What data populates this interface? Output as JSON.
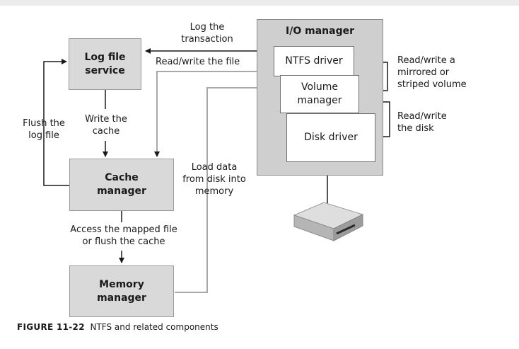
{
  "figure": {
    "label": "FIGURE 11-22",
    "title": "NTFS and related components"
  },
  "components": {
    "log_file_service": "Log file service",
    "cache_manager": "Cache manager",
    "memory_manager": "Memory manager",
    "io_manager": "I/O manager",
    "ntfs_driver": "NTFS driver",
    "volume_manager": "Volume manager",
    "disk_driver": "Disk driver"
  },
  "edge_labels": {
    "log_transaction": "Log the transaction",
    "read_write_file": "Read/write the file",
    "write_cache": "Write the cache",
    "flush_log": "Flush the log file",
    "access_mapped": "Access the mapped file or flush the cache",
    "load_data": "Load data from disk into memory",
    "rw_mirrored": "Read/write a mirrored or striped volume",
    "rw_disk": "Read/write the disk"
  },
  "colors": {
    "box_fill": "#d9d9d9",
    "io_manager_fill": "#cfcfcf",
    "connector_dark": "#1a1a1a",
    "connector_light": "#a8a8a8"
  },
  "icons": {
    "disk": "hard-disk-icon"
  }
}
